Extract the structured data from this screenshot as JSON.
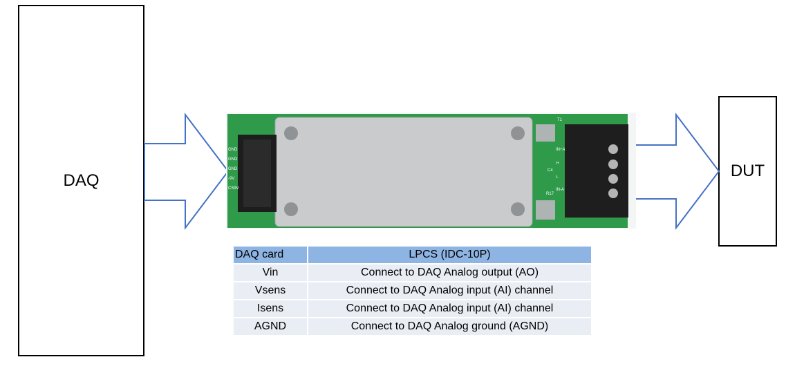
{
  "blocks": {
    "daq": "DAQ",
    "dut": "DUT"
  },
  "board": {
    "connector_labels": [
      "GND",
      "GND",
      "GND",
      "-9V",
      "CS9V"
    ],
    "terminal_labels": [
      "IN+A",
      "I+",
      "C4",
      "I-",
      "IN-A",
      "R17"
    ],
    "corner_label": "T1"
  },
  "table": {
    "headers": [
      "DAQ card",
      "LPCS (IDC-10P)"
    ],
    "rows": [
      [
        "Vin",
        "Connect to DAQ Analog output (AO)"
      ],
      [
        "Vsens",
        "Connect to DAQ Analog input (AI) channel"
      ],
      [
        "Isens",
        "Connect to DAQ Analog input (AI) channel"
      ],
      [
        "AGND",
        "Connect to DAQ Analog ground (AGND)"
      ]
    ]
  },
  "colors": {
    "arrow": "#4472c4",
    "header": "#8eb4e3",
    "row": "#e9edf4",
    "pcb": "#2e9a4a"
  }
}
